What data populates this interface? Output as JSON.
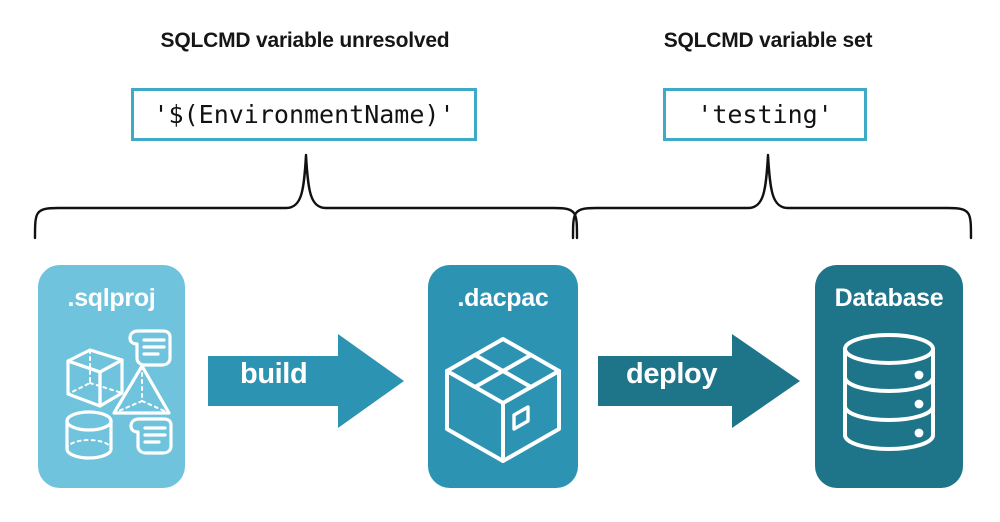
{
  "diagram": {
    "title_left": "SQLCMD variable unresolved",
    "title_right": "SQLCMD variable set",
    "code_left": "'$(EnvironmentName)'",
    "code_right": "'testing'",
    "stages": [
      {
        "id": "sqlproj",
        "label": ".sqlproj",
        "color": "#6FC3DC",
        "art": "project-artifacts-icon"
      },
      {
        "id": "dacpac",
        "label": ".dacpac",
        "color": "#2D93B3",
        "art": "package-box-icon"
      },
      {
        "id": "database",
        "label": "Database",
        "color": "#1E7489",
        "art": "database-cylinder-icon"
      }
    ],
    "arrows": [
      {
        "id": "build",
        "label": "build",
        "color": "#2D93B3"
      },
      {
        "id": "deploy",
        "label": "deploy",
        "color": "#1E7489"
      }
    ],
    "colors": {
      "code_border": "#3FA9C8",
      "brace": "#111111",
      "text": "#161616",
      "light_blue": "#6FC3DC",
      "mid_teal": "#2D93B3",
      "dark_teal": "#1E7489"
    }
  }
}
